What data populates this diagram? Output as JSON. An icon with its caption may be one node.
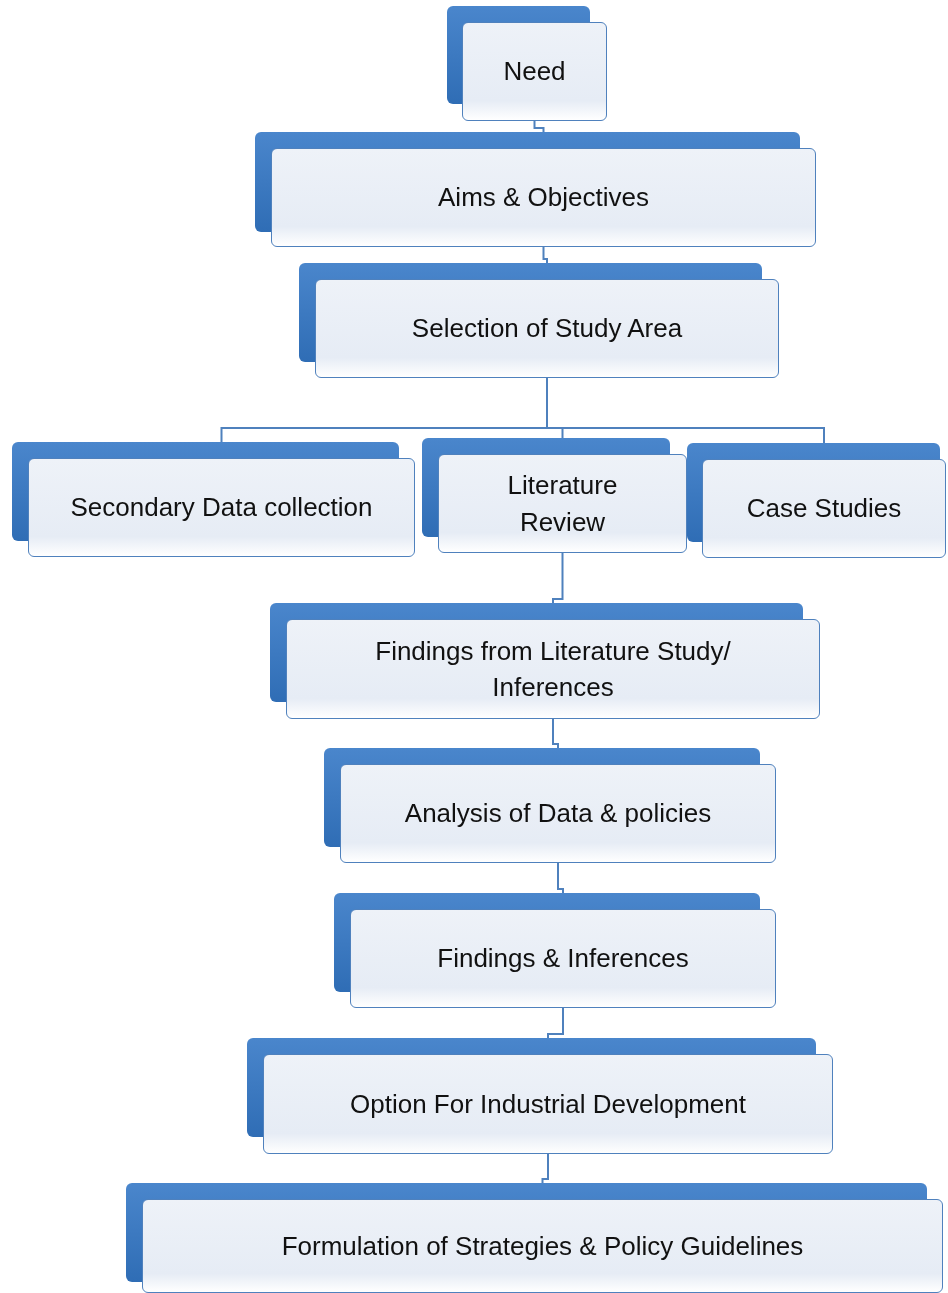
{
  "diagram": {
    "nodes": [
      {
        "text": [
          "Need"
        ]
      },
      {
        "text": [
          "Aims & Objectives"
        ]
      },
      {
        "text": [
          "Selection of Study Area"
        ]
      },
      {
        "text": [
          "Secondary Data collection"
        ]
      },
      {
        "text": [
          "Literature Review"
        ]
      },
      {
        "text": [
          "Case Studies"
        ]
      },
      {
        "text": [
          "Findings from Literature Study/ Inferences"
        ]
      },
      {
        "text": [
          "Analysis of Data & policies"
        ]
      },
      {
        "text": [
          "Findings & Inferences"
        ]
      },
      {
        "text": [
          "Option For Industrial Development"
        ]
      },
      {
        "text": [
          "Formulation of Strategies & Policy Guidelines"
        ]
      }
    ],
    "edges": [
      {
        "from": 0,
        "to": 1,
        "arrow": "none"
      },
      {
        "from": 1,
        "to": 2,
        "arrow": "none"
      },
      {
        "from": 2,
        "to": 3,
        "arrow": "none"
      },
      {
        "from": 2,
        "to": 4,
        "arrow": "none"
      },
      {
        "from": 2,
        "to": 5,
        "arrow": "none"
      },
      {
        "from": 4,
        "to": 6,
        "arrow": "none"
      },
      {
        "from": 6,
        "to": 7,
        "arrow": "none"
      },
      {
        "from": 7,
        "to": 8,
        "arrow": "none"
      },
      {
        "from": 8,
        "to": 9,
        "arrow": "none"
      },
      {
        "from": 9,
        "to": 10,
        "arrow": "none"
      }
    ]
  }
}
